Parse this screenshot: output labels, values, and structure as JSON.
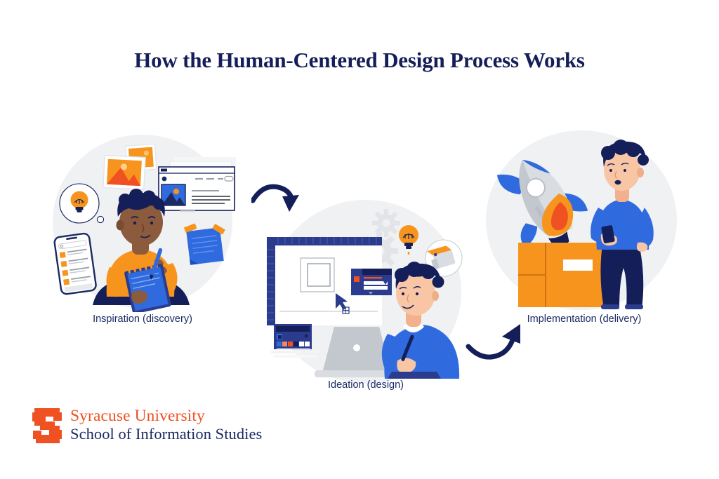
{
  "page": {
    "title": "How the Human-Centered Design Process Works",
    "background_color": "#FFFFFF"
  },
  "colors": {
    "navy": "#141E59",
    "navy_text": "#1B2A63",
    "orange": "#F7941E",
    "orange_dark": "#F05123",
    "blue": "#2F6BDE",
    "blue_light": "#3B82E6",
    "blue_deep": "#2B3C8F",
    "blob_gray": "#EFF1F3",
    "gray": "#C9CCD2",
    "white": "#FFFFFF"
  },
  "steps": [
    {
      "id": "inspiration",
      "caption": "Inspiration (discovery)",
      "illustration_name": "person-brainstorming-illustration",
      "elements": [
        "thought-bubble-lightbulb",
        "image-cards",
        "browser-window",
        "smartphone-list",
        "sticky-note",
        "seated-person-with-notepad"
      ]
    },
    {
      "id": "ideation",
      "caption": "Ideation (design)",
      "illustration_name": "designer-at-laptop-illustration",
      "elements": [
        "design-canvas-with-rulers",
        "gear-icons",
        "lightbulb-icon",
        "speech-bubble-paint-roller",
        "ui-panel-card",
        "color-swatch-panel",
        "laptop",
        "designer-person-with-stylus",
        "mouse-cursor"
      ]
    },
    {
      "id": "implementation",
      "caption": "Implementation (delivery)",
      "illustration_name": "rocket-launch-delivery-illustration",
      "elements": [
        "rocket-with-flame",
        "shipping-box-with-label",
        "standing-person-with-phone"
      ]
    }
  ],
  "arrows": [
    {
      "name": "arrow-inspiration-to-ideation",
      "direction": "down-right",
      "color": "#141E59"
    },
    {
      "name": "arrow-ideation-to-implementation",
      "direction": "up-right",
      "color": "#141E59"
    }
  ],
  "logo": {
    "mark_name": "syracuse-block-s-logo",
    "line1": "Syracuse University",
    "line2": "School of Information Studies",
    "line1_color": "#F05123",
    "line2_color": "#1B2A63"
  }
}
